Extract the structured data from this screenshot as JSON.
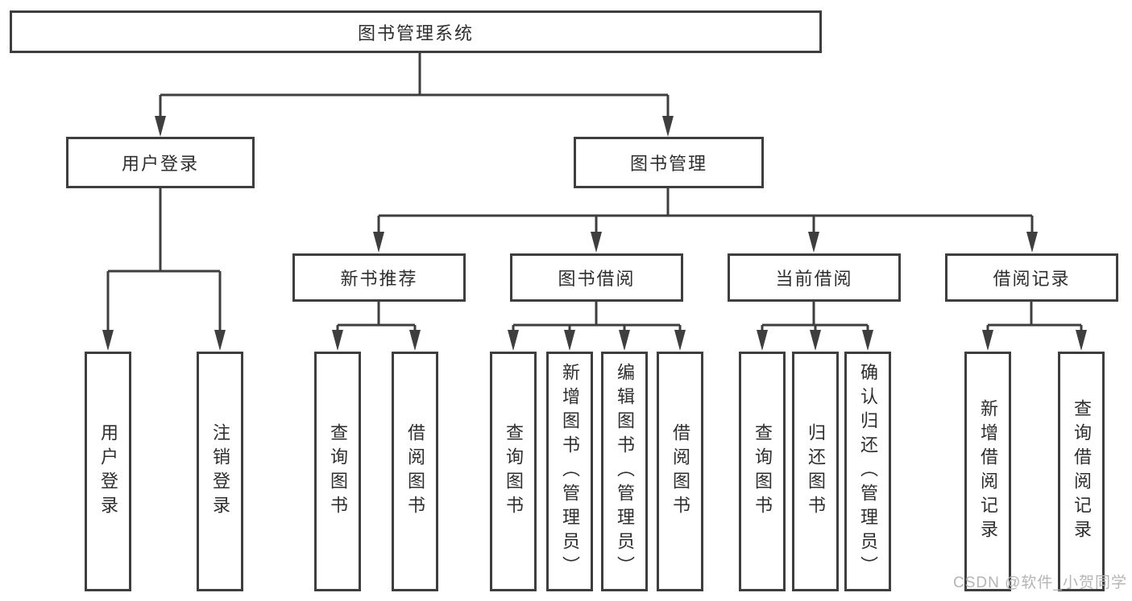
{
  "diagram": {
    "root": {
      "label": "图书管理系统"
    },
    "level2": [
      {
        "label": "用户登录"
      },
      {
        "label": "图书管理"
      }
    ],
    "level3": [
      {
        "label": "新书推荐"
      },
      {
        "label": "图书借阅"
      },
      {
        "label": "当前借阅"
      },
      {
        "label": "借阅记录"
      }
    ],
    "leaves": {
      "user_login": [
        "用户登录",
        "注销登录"
      ],
      "new_book": [
        "查询图书",
        "借阅图书"
      ],
      "book_borrow": [
        "查询图书",
        "新增图书（管理员）",
        "编辑图书（管理员）",
        "借阅图书"
      ],
      "current_borrow": [
        "查询图书",
        "归还图书",
        "确认归还（管理员）"
      ],
      "borrow_records": [
        "新增借阅记录",
        "查询借阅记录"
      ]
    }
  },
  "watermark": {
    "text": "CSDN @软件_小贺同学"
  },
  "colors": {
    "line": "#3e3e3e",
    "text": "#2e2e2e",
    "background": "#ffffff",
    "watermark": "#b5b5b5"
  }
}
